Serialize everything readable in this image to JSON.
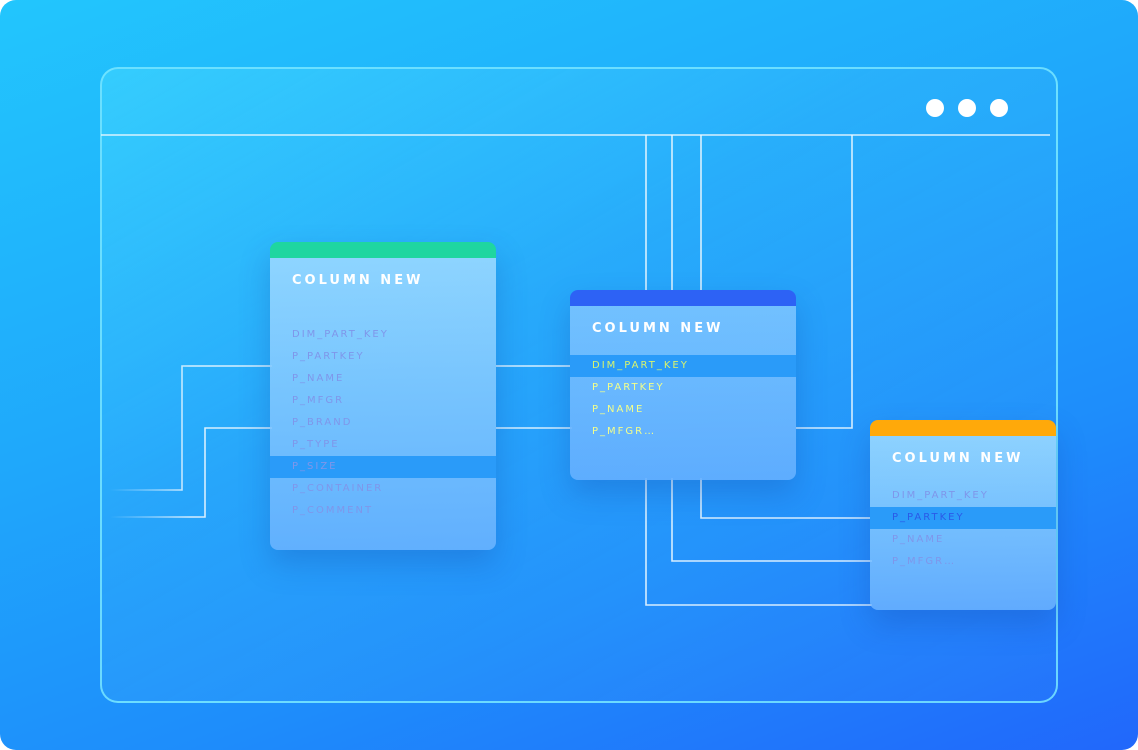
{
  "colors": {
    "accent_green": "#1fd6a0",
    "accent_blue": "#2d62f5",
    "accent_orange": "#ffa90a",
    "highlight_row": "#2a9bf9"
  },
  "window": {
    "controls": [
      "dot",
      "dot",
      "dot"
    ]
  },
  "tables": [
    {
      "title": "COLUMN NEW",
      "accent": "green",
      "rows": [
        "DIM_PART_KEY",
        "P_PARTKEY",
        "P_NAME",
        "P_MFGR",
        "P_BRAND",
        "P_TYPE",
        "P_SIZE",
        "P_CONTAINER",
        "P_COMMENT"
      ],
      "highlighted_row": "P_SIZE"
    },
    {
      "title": "COLUMN NEW",
      "accent": "blue",
      "rows": [
        "DIM_PART_KEY",
        "P_PARTKEY",
        "P_NAME",
        "P_MFGR…"
      ],
      "highlighted_row": "DIM_PART_KEY"
    },
    {
      "title": "COLUMN NEW",
      "accent": "orange",
      "rows": [
        "DIM_PART_KEY",
        "P_PARTKEY",
        "P_NAME",
        "P_MFGR…"
      ],
      "highlighted_row": "P_PARTKEY"
    }
  ]
}
